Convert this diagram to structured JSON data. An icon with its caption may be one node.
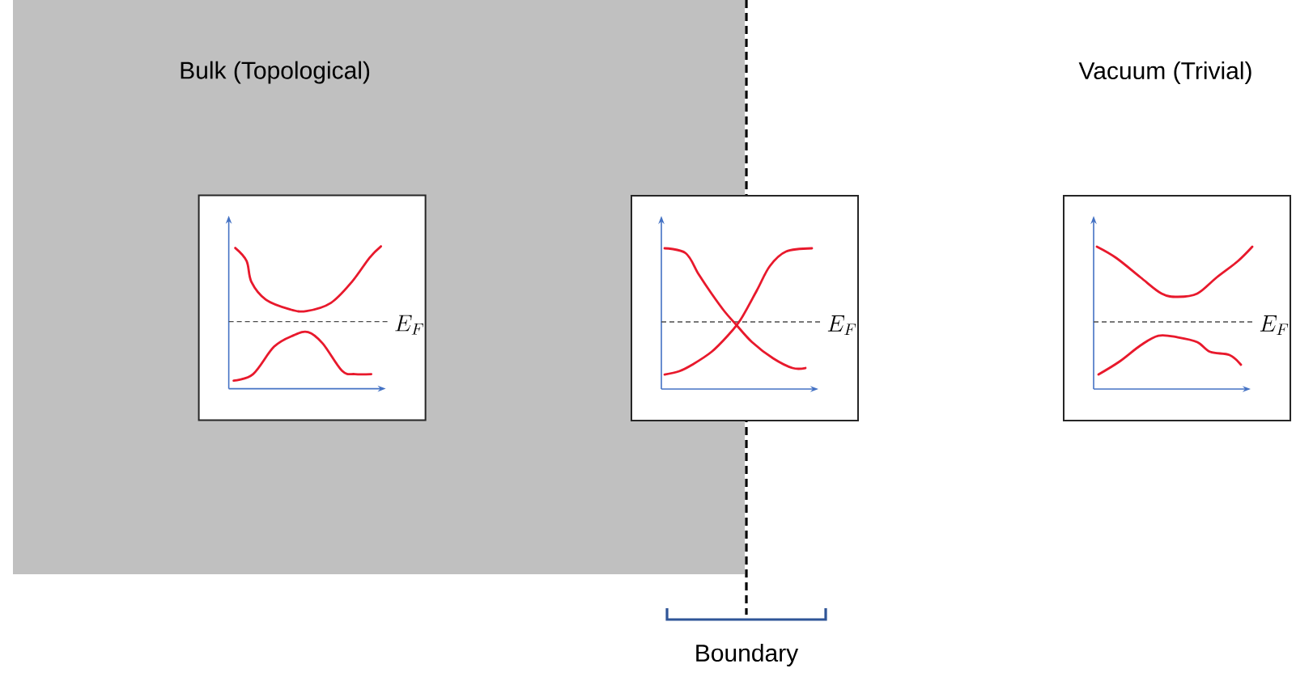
{
  "diagram": {
    "nodes": [
      {
        "text": [
          "Bulk (Topological)"
        ]
      },
      {
        "text": [
          "E_F"
        ],
        "in": 0
      },
      {
        "text": [
          "E_F"
        ]
      },
      {
        "text": [
          "E_F"
        ]
      }
    ],
    "labels": [
      "Vacuum  (Trivial)",
      "Boundary"
    ]
  }
}
